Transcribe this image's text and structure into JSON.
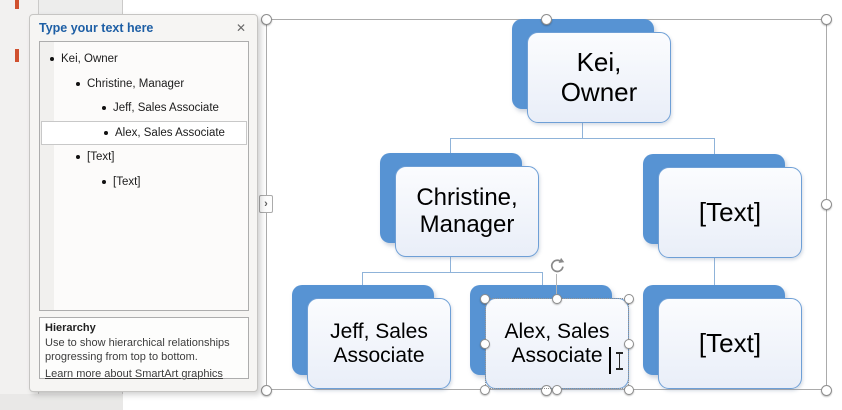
{
  "text_pane": {
    "title": "Type your text here",
    "close_label": "✕",
    "items": [
      {
        "level": 1,
        "text": "Kei, Owner",
        "selected": false
      },
      {
        "level": 2,
        "text": "Christine, Manager",
        "selected": false
      },
      {
        "level": 3,
        "text": "Jeff, Sales Associate",
        "selected": false
      },
      {
        "level": 3,
        "text": "Alex, Sales Associate",
        "selected": true
      },
      {
        "level": 2,
        "text": "[Text]",
        "selected": false
      },
      {
        "level": 3,
        "text": "[Text]",
        "selected": false
      }
    ],
    "footer": {
      "title": "Hierarchy",
      "description": "Use to show hierarchical relationships progressing from top to bottom.",
      "link": "Learn more about SmartArt graphics"
    }
  },
  "diagram": {
    "layout": "hierarchy-org-chart",
    "nodes": [
      {
        "id": "kei",
        "line1": "Kei,",
        "line2": "Owner"
      },
      {
        "id": "christine",
        "line1": "Christine,",
        "line2": "Manager"
      },
      {
        "id": "placeholder-2",
        "line1": "[Text]",
        "line2": ""
      },
      {
        "id": "jeff",
        "line1": "Jeff, Sales",
        "line2": "Associate"
      },
      {
        "id": "alex",
        "line1": "Alex, Sales",
        "line2": "Associate"
      },
      {
        "id": "placeholder-3",
        "line1": "[Text]",
        "line2": ""
      }
    ],
    "selected_node": "alex",
    "launcher_chevron": "›"
  },
  "colors": {
    "accent_blue": "#5793d3",
    "node_fill": "#edf2fa",
    "node_border": "#6e9fd6",
    "connector": "#8fb3d9",
    "pane_title": "#1e5fa5",
    "thumbnail_accent": "#d0512f"
  }
}
